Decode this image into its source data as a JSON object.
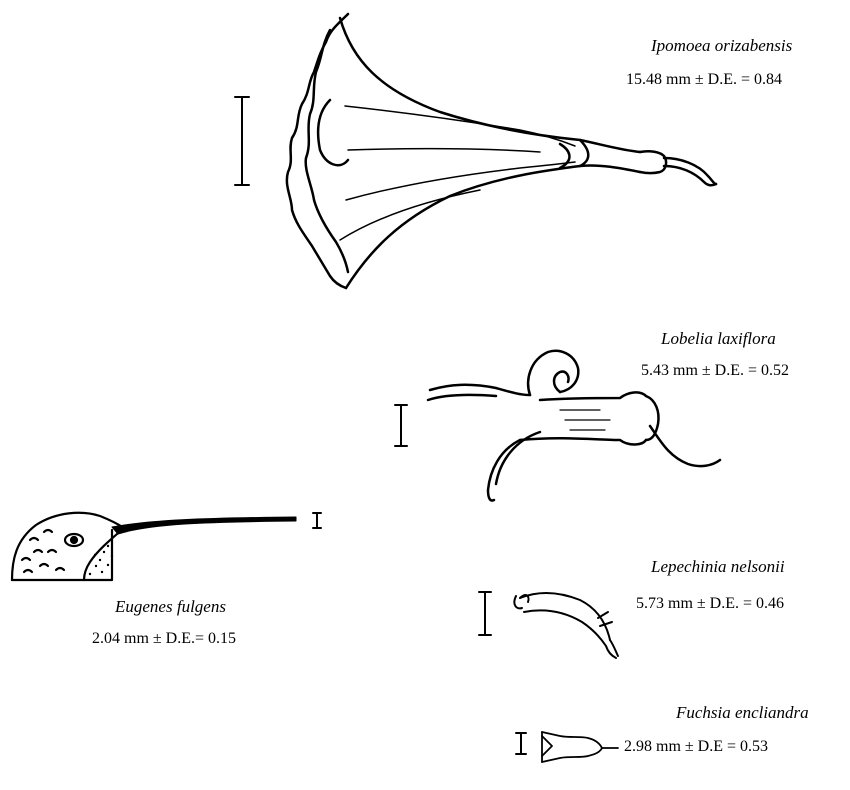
{
  "specimens": [
    {
      "name": "Ipomoea orizabensis",
      "measure": "15.48  mm ± D.E. = 0.84"
    },
    {
      "name": "Lobelia laxiflora",
      "measure": "5.43 mm ± D.E. = 0.52"
    },
    {
      "name": "Eugenes fulgens",
      "measure": "2.04 mm  ± D.E.= 0.15"
    },
    {
      "name": "Lepechinia nelsonii",
      "measure": "5.73 mm ± D.E. = 0.46"
    },
    {
      "name": "Fuchsia encliandra",
      "measure": "2.98 mm ± D.E = 0.53"
    }
  ],
  "ink_color": "#000000",
  "icons": [
    "ipomoea-flower-drawing",
    "lobelia-flower-drawing",
    "hummingbird-head-drawing",
    "lepechinia-flower-drawing",
    "fuchsia-flower-drawing"
  ]
}
